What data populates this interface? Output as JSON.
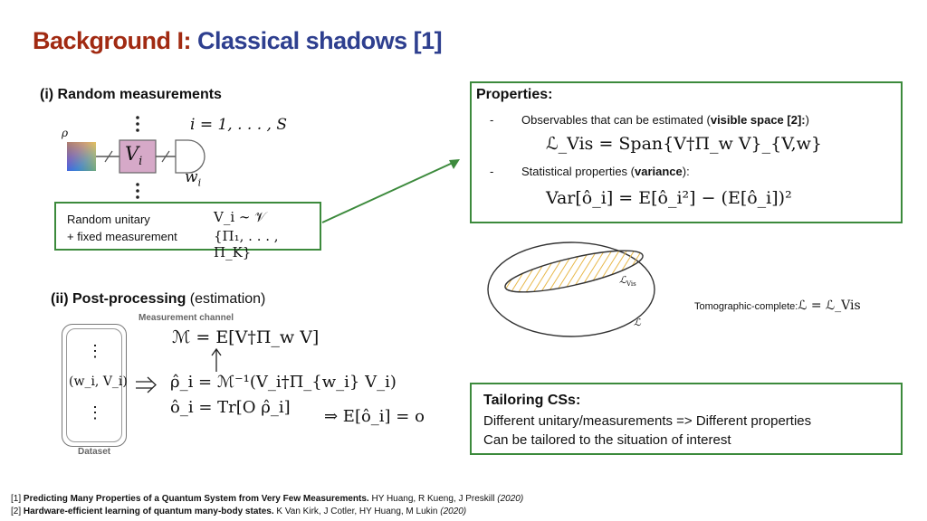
{
  "title": {
    "part1": "Background I: ",
    "part2": "Classical shadows [1]"
  },
  "section1": {
    "heading": "(i) Random measurements",
    "rho": "ρ",
    "gate": "V",
    "gate_sub": "i",
    "index_range": "i = 1, . . . , S",
    "outcome": "w",
    "outcome_sub": "i",
    "box_line1": "Random unitary",
    "box_line2": "+ fixed measurement",
    "box_math1": "V_i ∼ 𝒱",
    "box_math2": "{Π₁, . . . , Π_K}"
  },
  "section2": {
    "heading_bold": "(ii) Post-processing",
    "heading_rest": " (estimation)",
    "channel_label": "Measurement channel",
    "channel_eq": "ℳ = E[V†Π_w V]",
    "dataset_label": "Dataset",
    "dataset_item": "(w_i, V_i)",
    "rho_eq": "ρ̂_i = ℳ⁻¹(V_i†Π_{w_i} V_i)",
    "o_eq": "ô_i = Tr[O ρ̂_i]",
    "expect_eq": "⇒ E[ô_i] = o",
    "dots": "⋮"
  },
  "properties": {
    "heading": "Properties:",
    "item1_pre": "Observables that can be estimated (",
    "item1_bold": "visible space [2]:",
    "item1_post": ")",
    "eq1": "ℒ_Vis = Span{V†Π_w V}_{V,w}",
    "item2_pre": "Statistical properties (",
    "item2_bold": "variance",
    "item2_post": "):",
    "eq2": "Var[ô_i] = E[ô_i²] − (E[ô_i])²",
    "dash": "-"
  },
  "venn": {
    "inner_label": "ℒ",
    "inner_sub": "Vis",
    "outer_label": "ℒ",
    "tomo_text": "Tomographic-complete:",
    "tomo_eq": "ℒ = ℒ_Vis"
  },
  "tailoring": {
    "heading": "Tailoring CSs:",
    "line1": "Different unitary/measurements => Different properties",
    "line2": "Can be tailored to the situation of interest"
  },
  "references": [
    {
      "num": "[1] ",
      "bold": "Predicting Many Properties of a Quantum System from Very Few Measurements.",
      "rest": " HY Huang, R Kueng, J Preskill ",
      "year": "(2020)"
    },
    {
      "num": "[2] ",
      "bold": "Hardware-efficient learning of quantum many-body states.",
      "rest": " K Van Kirk, J Cotler, HY Huang, M Lukin ",
      "year": "(2020)"
    }
  ],
  "colors": {
    "title_red": "#a12a12",
    "title_blue": "#2e3f8f",
    "green": "#3c8a3c",
    "gate_fill": "#d6a9c8",
    "hatch": "#e8b84a"
  }
}
